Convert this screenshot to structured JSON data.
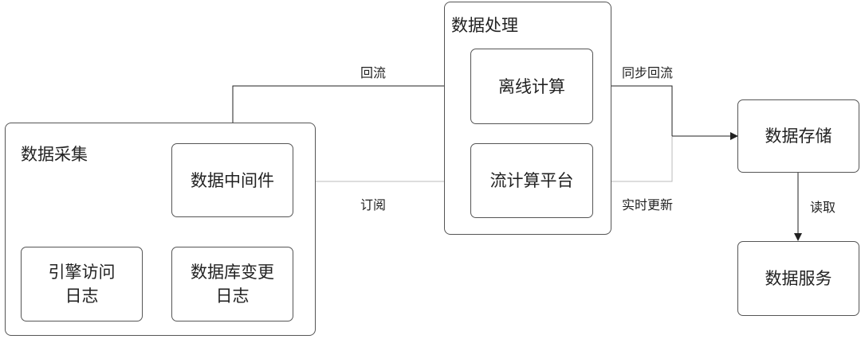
{
  "groups": {
    "collection": "数据采集",
    "processing": "数据处理"
  },
  "nodes": {
    "middleware": "数据中间件",
    "engine_log": "引擎访问\n日志",
    "db_change_log": "数据库变更\n日志",
    "offline": "离线计算",
    "stream": "流计算平台",
    "storage": "数据存储",
    "service": "数据服务"
  },
  "edges": {
    "backflow": "回流",
    "subscribe": "订阅",
    "sync_backflow": "同步回流",
    "realtime_update": "实时更新",
    "read": "读取"
  },
  "colors": {
    "line": "#222222",
    "light_line": "#bbbbbb",
    "border": "#555555"
  }
}
